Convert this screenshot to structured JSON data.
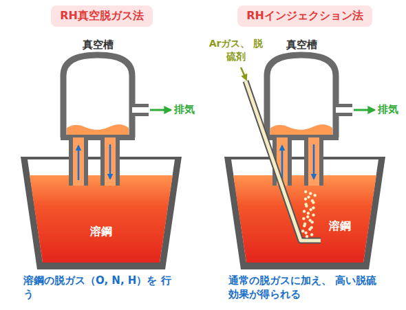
{
  "diagram": {
    "nodes": [
      {
        "text": [
          "RH真空脱ガス法"
        ]
      },
      {
        "text": [
          "RHインジェクション法"
        ]
      }
    ],
    "labels": [
      "真空槽",
      "排気",
      "溶鋼",
      "溶鋼の脱ガス（O, N, H）を 行う",
      "Arガス、 脱硫剤",
      "真空槽",
      "排気",
      "溶鋼",
      "通常の脱ガスに加え、 高い脱硫効果が得られる"
    ]
  }
}
